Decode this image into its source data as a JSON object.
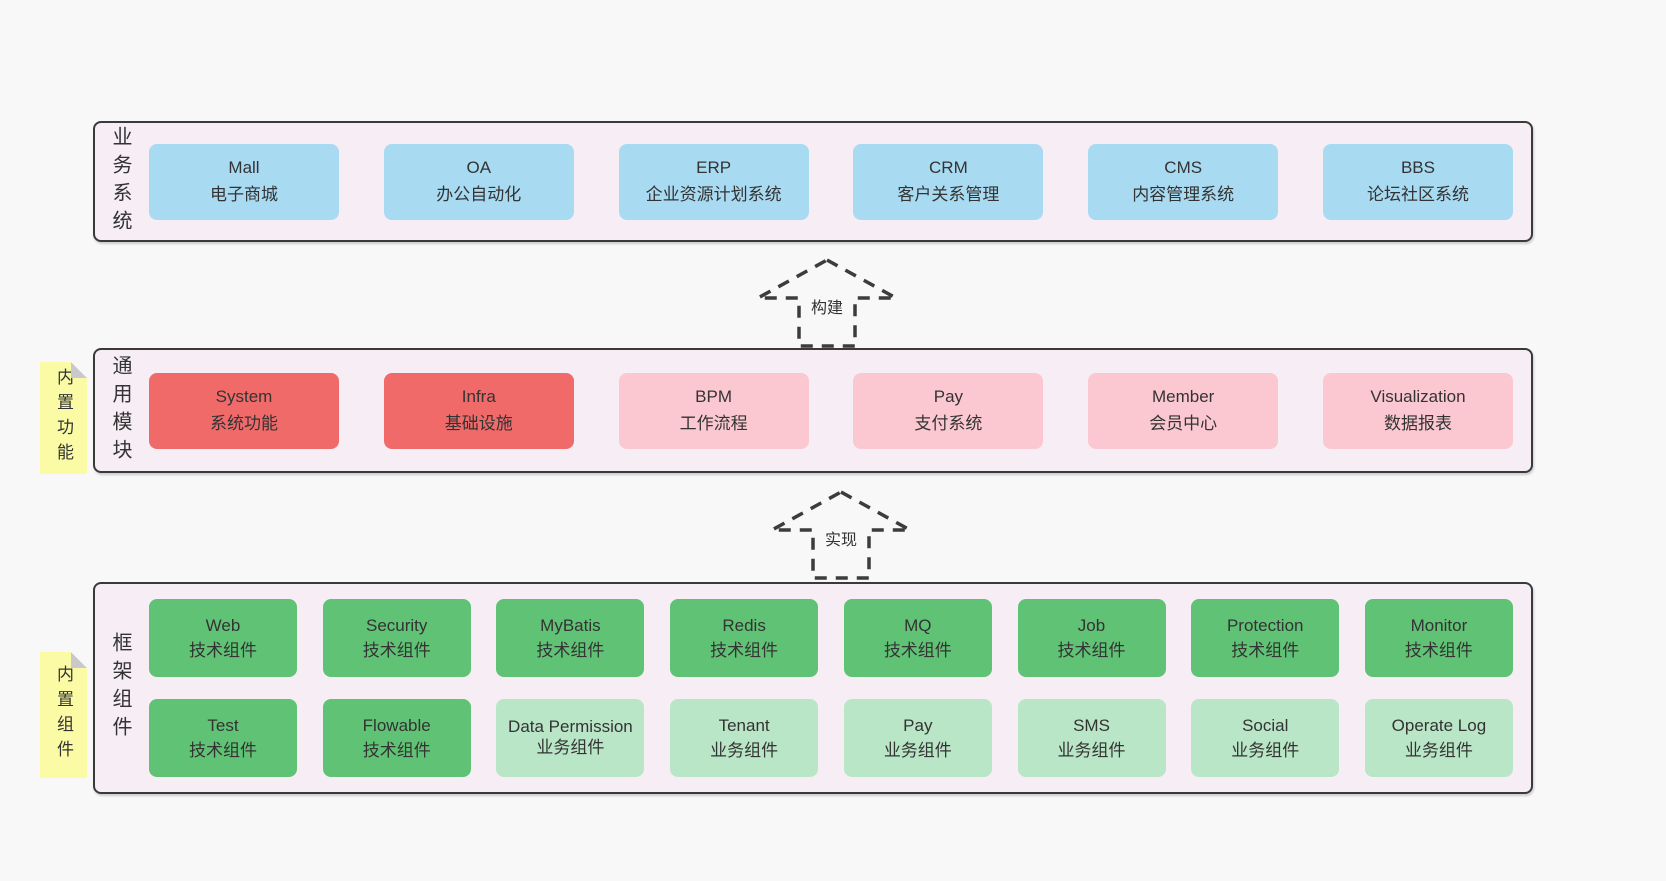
{
  "colors": {
    "page_bg": "#f8f8f8",
    "layer_bg": "#f6edf5",
    "layer_border": "#3a3a3a",
    "blue_box": "#a8daf2",
    "red_box": "#f06a6a",
    "pink_box": "#fbc8d1",
    "green_box": "#60c274",
    "green_light_box": "#b9e6c6",
    "sticky_yellow": "#fbfba6",
    "sticky_fold_gray": "#c9c9cb",
    "text": "#333333"
  },
  "layers": [
    {
      "id": "business-systems",
      "label": "业务系统",
      "boxes": [
        {
          "title": "Mall",
          "subtitle": "电子商城",
          "variant": "blue"
        },
        {
          "title": "OA",
          "subtitle": "办公自动化",
          "variant": "blue"
        },
        {
          "title": "ERP",
          "subtitle": "企业资源计划系统",
          "variant": "blue"
        },
        {
          "title": "CRM",
          "subtitle": "客户关系管理",
          "variant": "blue"
        },
        {
          "title": "CMS",
          "subtitle": "内容管理系统",
          "variant": "blue"
        },
        {
          "title": "BBS",
          "subtitle": "论坛社区系统",
          "variant": "blue"
        }
      ]
    },
    {
      "id": "common-modules",
      "label": "通用模块",
      "sticky": "内置功能",
      "boxes": [
        {
          "title": "System",
          "subtitle": "系统功能",
          "variant": "red"
        },
        {
          "title": "Infra",
          "subtitle": "基础设施",
          "variant": "red"
        },
        {
          "title": "BPM",
          "subtitle": "工作流程",
          "variant": "pink"
        },
        {
          "title": "Pay",
          "subtitle": "支付系统",
          "variant": "pink"
        },
        {
          "title": "Member",
          "subtitle": "会员中心",
          "variant": "pink"
        },
        {
          "title": "Visualization",
          "subtitle": "数据报表",
          "variant": "pink"
        }
      ]
    },
    {
      "id": "framework-components",
      "label": "框架组件",
      "sticky": "内置组件",
      "rows": [
        [
          {
            "title": "Web",
            "subtitle": "技术组件",
            "variant": "green"
          },
          {
            "title": "Security",
            "subtitle": "技术组件",
            "variant": "green"
          },
          {
            "title": "MyBatis",
            "subtitle": "技术组件",
            "variant": "green"
          },
          {
            "title": "Redis",
            "subtitle": "技术组件",
            "variant": "green"
          },
          {
            "title": "MQ",
            "subtitle": "技术组件",
            "variant": "green"
          },
          {
            "title": "Job",
            "subtitle": "技术组件",
            "variant": "green"
          },
          {
            "title": "Protection",
            "subtitle": "技术组件",
            "variant": "green"
          },
          {
            "title": "Monitor",
            "subtitle": "技术组件",
            "variant": "green"
          }
        ],
        [
          {
            "title": "Test",
            "subtitle": "技术组件",
            "variant": "green"
          },
          {
            "title": "Flowable",
            "subtitle": "技术组件",
            "variant": "green"
          },
          {
            "title": "Data Permission",
            "subtitle": "业务组件",
            "variant": "green-light"
          },
          {
            "title": "Tenant",
            "subtitle": "业务组件",
            "variant": "green-light"
          },
          {
            "title": "Pay",
            "subtitle": "业务组件",
            "variant": "green-light"
          },
          {
            "title": "SMS",
            "subtitle": "业务组件",
            "variant": "green-light"
          },
          {
            "title": "Social",
            "subtitle": "业务组件",
            "variant": "green-light"
          },
          {
            "title": "Operate Log",
            "subtitle": "业务组件",
            "variant": "green-light"
          }
        ]
      ]
    }
  ],
  "arrows": [
    {
      "label": "构建"
    },
    {
      "label": "实现"
    }
  ]
}
